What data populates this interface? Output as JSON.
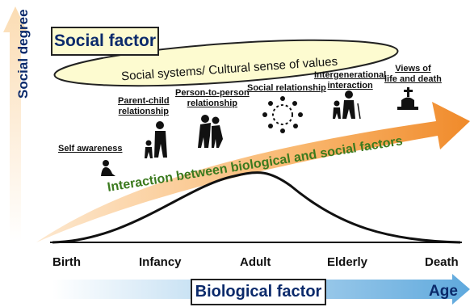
{
  "axes": {
    "vertical_label": "Social degree",
    "horizontal_label": "Age"
  },
  "boxes": {
    "social_factor": "Social factor",
    "biological_factor": "Biological factor"
  },
  "ellipse_text": "Social systems/ Cultural sense of values",
  "arrow_text": "Interaction between biological and social factors",
  "stages": [
    {
      "label": "Self awareness"
    },
    {
      "label": "Parent-child relationship",
      "line1": "Parent-child",
      "line2": "relationship"
    },
    {
      "label": "Person-to-person relationship",
      "line1": "Person-to-person",
      "line2": "relationship"
    },
    {
      "label": "Social relationship"
    },
    {
      "label": "Intergenerational interaction",
      "line1": "Intergenerational",
      "line2": "interaction"
    },
    {
      "label": "Views of life and death",
      "line1": "Views of",
      "line2": "life and death"
    }
  ],
  "age_ticks": [
    "Birth",
    "Infancy",
    "Adult",
    "Elderly",
    "Death"
  ],
  "colors": {
    "navy_text": "#0b2a6b",
    "arrow_orange": "#f59a3a",
    "arrow_light": "#fde8cf",
    "arrow_text_green": "#3b7a1e",
    "ellipse_fill": "#fdfbd0",
    "box_fill": "#fdfbd0",
    "axis_blue": "#5fa9dd",
    "curve": "#111111"
  }
}
